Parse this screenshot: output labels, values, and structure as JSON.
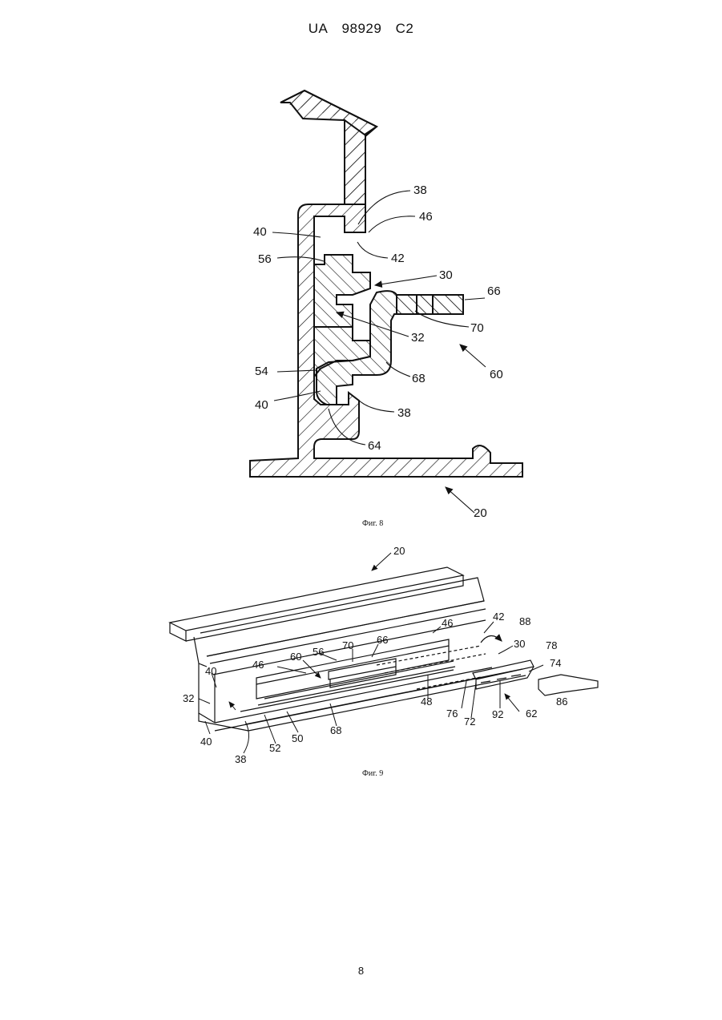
{
  "header": {
    "country": "UA",
    "number": "98929",
    "kind": "C2"
  },
  "figure8": {
    "caption": "Фиг. 8",
    "labels": {
      "l38a": "38",
      "l46": "46",
      "l40a": "40",
      "l42": "42",
      "l56": "56",
      "l30": "30",
      "l66": "66",
      "l70": "70",
      "l32": "32",
      "l60": "60",
      "l54": "54",
      "l68": "68",
      "l40b": "40",
      "l38b": "38",
      "l64": "64",
      "l20": "20"
    }
  },
  "figure9": {
    "caption": "Фиг. 9",
    "labels": {
      "l20": "20",
      "l42": "42",
      "l88": "88",
      "l46a": "46",
      "l30": "30",
      "l78": "78",
      "l70": "70",
      "l66": "66",
      "l56": "56",
      "l74": "74",
      "l46b": "46",
      "l60": "60",
      "l40a": "40",
      "l32": "32",
      "l48": "48",
      "l86": "86",
      "l76": "76",
      "l72": "72",
      "l92": "92",
      "l62": "62",
      "l40b": "40",
      "l68": "68",
      "l50": "50",
      "l52": "52",
      "l38": "38"
    }
  },
  "page_number": "8"
}
